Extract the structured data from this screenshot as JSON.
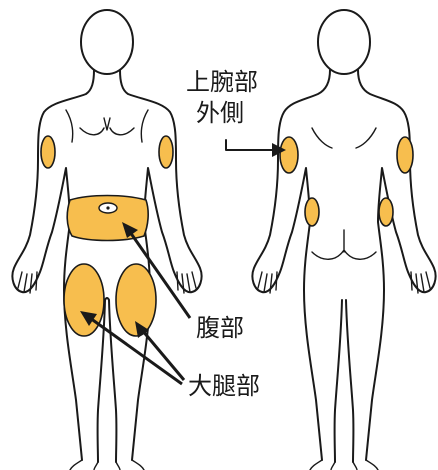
{
  "colors": {
    "injection_site_fill": "#F7BE4E",
    "outline": "#1a1a1a",
    "background": "#ffffff"
  },
  "labels": {
    "upper_arm_line1": "上腕部",
    "upper_arm_line2": "外側",
    "abdomen": "腹部",
    "thigh": "大腿部"
  },
  "icons": {
    "pointer_arrow": "arrow-right-icon"
  }
}
